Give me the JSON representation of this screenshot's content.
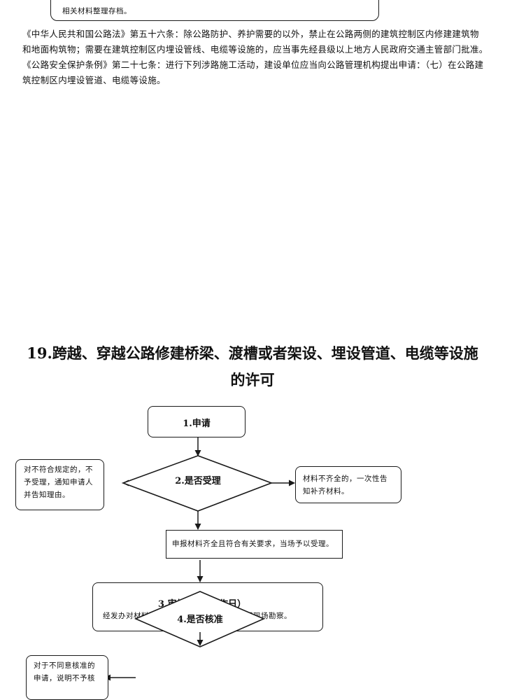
{
  "top_box": {
    "text": "相关材料整理存档。"
  },
  "law_text": {
    "para1_line1": "《中华人民共和国公路法》第五十六条：除公路防护、养护需要的以外，禁止在公路两侧的建筑控制区内修建建筑物",
    "para1_line2": "和地面构筑物；需要在建筑控制区内埋设管线、电缆等设施的，应当事先经县级以上地方人民政府交通主管部门批准。",
    "para2_line1": "《公路安全保护条例》第二十七条：进行下列涉路施工活动，建设单位应当向公路管理机构提出申请：（七）在公路建",
    "para2_line2": "筑控制区内埋设管道、电缆等设施。"
  },
  "section": {
    "title_line1": "19.跨越、穿越公路修建桥梁、渡槽或者架设、埋设管道、电缆等设施",
    "title_line2": "的许可"
  },
  "flowchart": {
    "step1": "1.申请",
    "step2": "2.是否受理",
    "reject_line1": "对不符合规定的，不",
    "reject_line2": "予受理，通知申请人",
    "reject_line3": "并告知理由。",
    "supplement_line1": "材料不齐全的，一次性告",
    "supplement_line2": "知补齐材料。",
    "accept": "申报材料齐全且符合有关要求，当场予以受理。",
    "step3_title_a": "3.审核",
    "step3_title_b": "工作日）",
    "step3_desc_a": "经发办对材料进",
    "step3_desc_b": "进行现场勘察。",
    "step4": "4.是否核准",
    "deny_line1": "对于不同意核准的",
    "deny_line2": "申请，说明不予核"
  }
}
